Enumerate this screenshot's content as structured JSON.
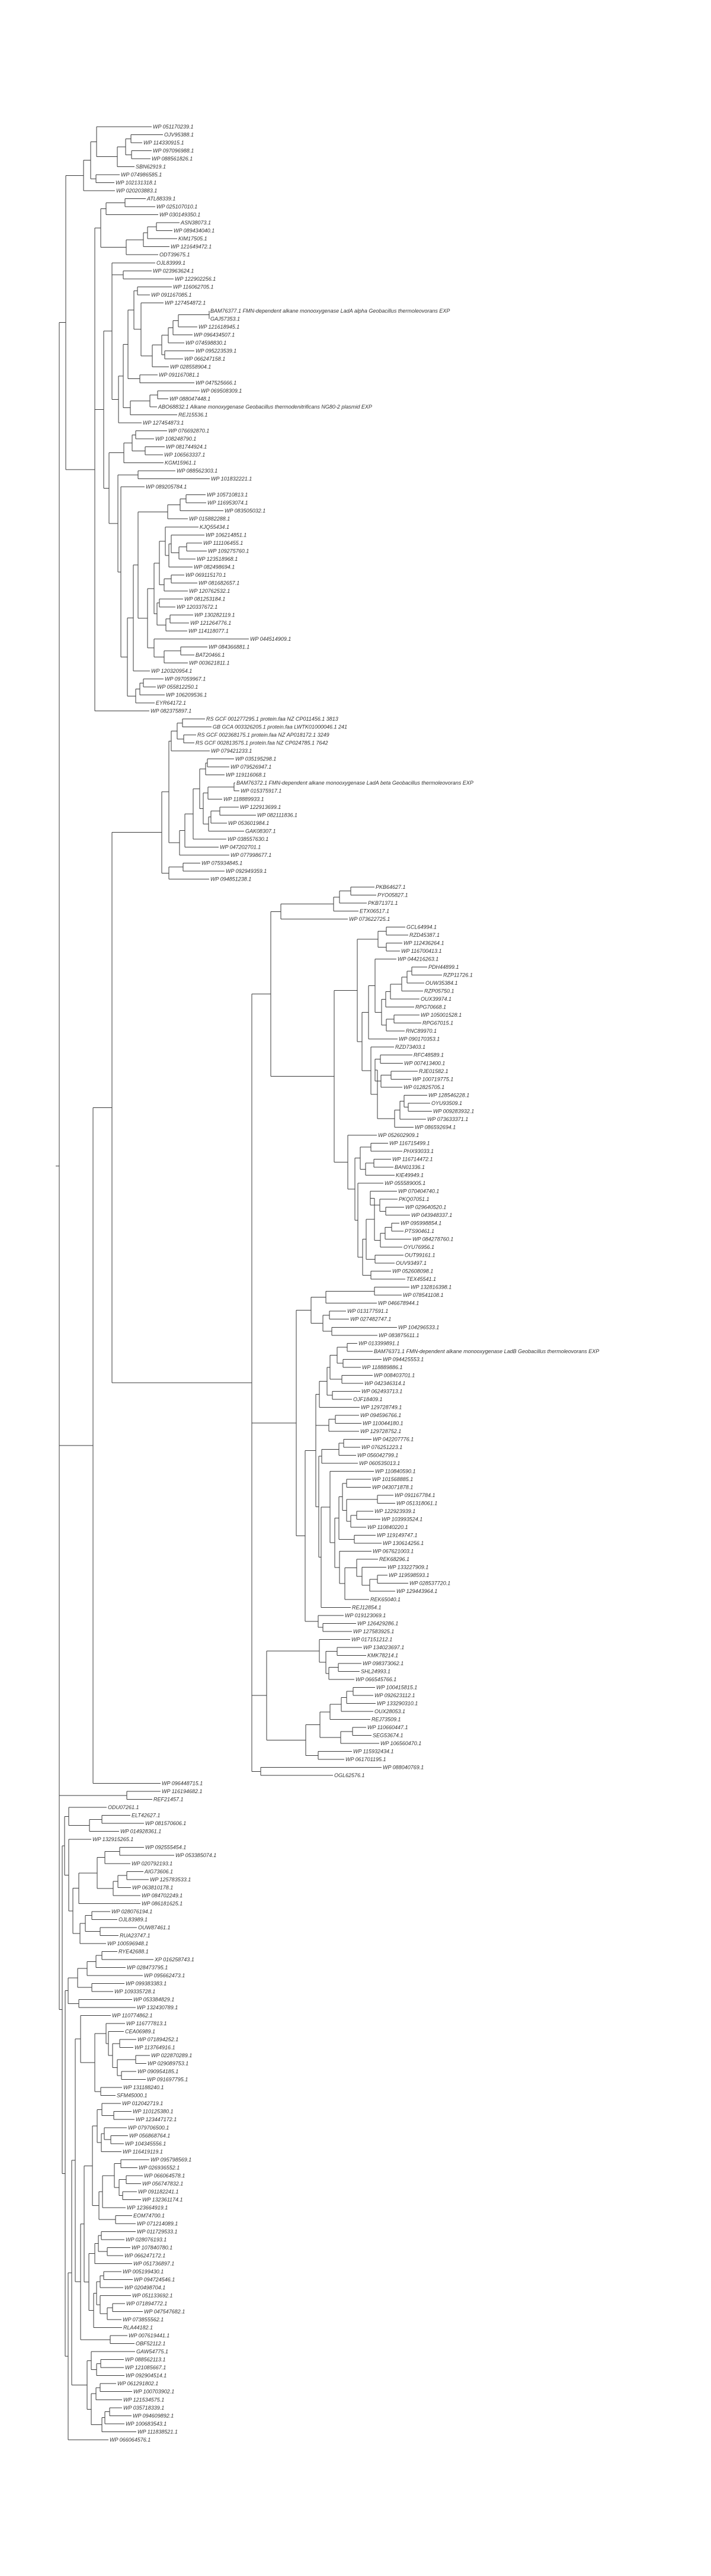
{
  "labels": [
    "WP 051170239.1",
    "OJV95388.1",
    "WP 114330915.1",
    "WP 097096988.1",
    "WP 088561826.1",
    "SBN62919.1",
    "WP 074986585.1",
    "WP 102131318.1",
    "WP 020203883.1",
    "ATL88339.1",
    "WP 025107010.1",
    "WP 030149350.1",
    "ASN38073.1",
    "WP 089434040.1",
    "KIM17505.1",
    "WP 121649472.1",
    "ODT39675.1",
    "OJL83999.1",
    "WP 023963624.1",
    "WP 122902256.1",
    "WP 116062705.1",
    "WP 091167085.1",
    "WP 127454872.1",
    "BAM76377.1 FMN-dependent alkane monooxygenase LadA alpha Geobacillus thermoleovorans EXP",
    "GAJ57353.1",
    "WP 121618945.1",
    "WP 096434507.1",
    "WP 074598830.1",
    "WP 095223539.1",
    "WP 066247158.1",
    "WP 028558904.1",
    "WP 091167081.1",
    "WP 047525666.1",
    "WP 069508309.1",
    "WP 088047448.1",
    "ABO68832.1 Alkane monoxygenase Geobacillus thermodenitrificans NG80-2 plasmid EXP",
    "REJ15536.1",
    "WP 127454873.1",
    "WP 076692870.1",
    "WP 108248790.1",
    "WP 081744924.1",
    "WP 106563337.1",
    "KGM15961.1",
    "WP 088562303.1",
    "WP 101832221.1",
    "WP 089205784.1",
    "WP 105710813.1",
    "WP 116953074.1",
    "WP 083505032.1",
    "WP 015882288.1",
    "KJQ55434.1",
    "WP 106214851.1",
    "WP 111106455.1",
    "WP 109275760.1",
    "WP 123518968.1",
    "WP 082498694.1",
    "WP 069115170.1",
    "WP 081682657.1",
    "WP 120762532.1",
    "WP 081253184.1",
    "WP 120337672.1",
    "WP 130282119.1",
    "WP 121264776.1",
    "WP 114118077.1",
    "WP 044514909.1",
    "WP 084366881.1",
    "BAT20466.1",
    "WP 003621811.1",
    "WP 120320954.1",
    "WP 097059967.1",
    "WP 055812250.1",
    "WP 106209536.1",
    "EYR64172.1",
    "WP 082375897.1",
    "RS GCF 001277295.1 protein.faa NZ CP011456.1 3813",
    "GB GCA 003326205.1 protein.faa LWTK01000046.1 241",
    "RS GCF 002368175.1 protein.faa NZ AP018172.1 3249",
    "RS GCF 002813575.1 protein.faa NZ CP024785.1 7642",
    "WP 079421233.1",
    "WP 035195298.1",
    "WP 079526947.1",
    "WP 119116068.1",
    "BAM76372.1 FMN-dependent alkane monooxygenase LadA beta Geobacillus thermoleovorans EXP",
    "WP 015375917.1",
    "WP 118889933.1",
    "WP 122913699.1",
    "WP 082111836.1",
    "WP 053601984.1",
    "GAK08307.1",
    "WP 038557630.1",
    "WP 047202701.1",
    "WP 077998677.1",
    "WP 075934845.1",
    "WP 092949359.1",
    "WP 094851238.1",
    "PKB64627.1",
    "PYO05827.1",
    "PKB71371.1",
    "ETX06517.1",
    "WP 073622725.1",
    "GCL64994.1",
    "RZD45387.1",
    "WP 112436264.1",
    "WP 116700413.1",
    "WP 044216263.1",
    "PDH44899.1",
    "RZP11726.1",
    "OUW35384.1",
    "RZP05750.1",
    "OUX39974.1",
    "RPG70668.1",
    "WP 105001528.1",
    "RPG67015.1",
    "RNC89970.1",
    "WP 090170353.1",
    "RZD73403.1",
    "RFC48589.1",
    "WP 007413400.1",
    "RJE01582.1",
    "WP 100719775.1",
    "WP 012825705.1",
    "WP 128546228.1",
    "OYU93509.1",
    "WP 009283932.1",
    "WP 073633371.1",
    "WP 086592694.1",
    "WP 052602909.1",
    "WP 116715499.1",
    "PHX93033.1",
    "WP 116714472.1",
    "BAN01336.1",
    "KIE49949.1",
    "WP 055589005.1",
    "WP 070404740.1",
    "PKQ07051.1",
    "WP 029640520.1",
    "WP 043948337.1",
    "WP 095998854.1",
    "PTS90461.1",
    "WP 084278760.1",
    "OYU76956.1",
    "OUT99161.1",
    "OUV93497.1",
    "WP 052608098.1",
    "TEX45541.1",
    "WP 132816398.1",
    "WP 078541108.1",
    "WP 046678944.1",
    "WP 013177591.1",
    "WP 027482747.1",
    "WP 104296533.1",
    "WP 083875611.1",
    "WP 013399891.1",
    "BAM76371.1 FMN-dependent alkane monooxygenase LadB Geobacillus thermoleovorans EXP",
    "WP 094425553.1",
    "WP 118889886.1",
    "WP 008403701.1",
    "WP 042346314.1",
    "WP 062493713.1",
    "OJF18409.1",
    "WP 129728749.1",
    "WP 094596766.1",
    "WP 110044180.1",
    "WP 129728752.1",
    "WP 042207776.1",
    "WP 076251223.1",
    "WP 056042799.1",
    "WP 060535013.1",
    "WP 110840590.1",
    "WP 101568885.1",
    "WP 043071878.1",
    "WP 091167784.1",
    "WP 051318061.1",
    "WP 122923939.1",
    "WP 103993524.1",
    "WP 110840220.1",
    "WP 119149747.1",
    "WP 130614256.1",
    "WP 067621003.1",
    "REK68296.1",
    "WP 133227909.1",
    "WP 119598593.1",
    "WP 028537720.1",
    "WP 129443964.1",
    "REK65040.1",
    "REJ12854.1",
    "WP 019123069.1",
    "WP 126429286.1",
    "WP 127583925.1",
    "WP 017151212.1",
    "WP 134023697.1",
    "KMK78214.1",
    "WP 098373062.1",
    "SHL24993.1",
    "WP 066545766.1",
    "WP 100415815.1",
    "WP 092623112.1",
    "WP 133290310.1",
    "OUX28053.1",
    "REJ73509.1",
    "WP 110660447.1",
    "SEG53674.1",
    "WP 106560470.1",
    "WP 115932434.1",
    "WP 061701195.1",
    "WP 088040769.1",
    "OGL62576.1",
    "WP 096448715.1",
    "WP 116194682.1",
    "REF21457.1",
    "ODU07261.1",
    "ELT42627.1",
    "WP 081570606.1",
    "WP 014928361.1",
    "WP 132915265.1",
    "WP 092555454.1",
    "WP 053385074.1",
    "WP 020792193.1",
    "AIG73606.1",
    "WP 125783533.1",
    "WP 063810178.1",
    "WP 084702249.1",
    "WP 086181625.1",
    "WP 028076194.1",
    "OJL83989.1",
    "OUW87461.1",
    "RUA23747.1",
    "WP 100596948.1",
    "RYE42688.1",
    "XP 016258743.1",
    "WP 028473795.1",
    "WP 095662473.1",
    "WP 099383383.1",
    "WP 109335728.1",
    "WP 053384829.1",
    "WP 132430789.1",
    "WP 110774862.1",
    "WP 116777813.1",
    "CEA06989.1",
    "WP 071894252.1",
    "WP 113764916.1",
    "WP 022870289.1",
    "WP 029089753.1",
    "WP 090954185.1",
    "WP 091697795.1",
    "WP 131188240.1",
    "SFM45000.1",
    "WP 012042719.1",
    "WP 110125380.1",
    "WP 123447172.1",
    "WP 079706500.1",
    "WP 056868764.1",
    "WP 104345556.1",
    "WP 116419119.1",
    "WP 095798569.1",
    "WP 026936552.1",
    "WP 066064578.1",
    "WP 056747832.1",
    "WP 091182241.1",
    "WP 132361174.1",
    "WP 123664919.1",
    "EOM74700.1",
    "WP 071214089.1",
    "WP 011729533.1",
    "WP 028076193.1",
    "WP 107840780.1",
    "WP 066247172.1",
    "WP 051736897.1",
    "WP 005199430.1",
    "WP 094724546.1",
    "WP 020498704.1",
    "WP 051133692.1",
    "WP 071894772.1",
    "WP 047547682.1",
    "WP 073855562.1",
    "RLA44182.1",
    "WP 007619441.1",
    "OBF52112.1",
    "GAW54775.1",
    "WP 088562113.1",
    "WP 121085667.1",
    "WP 092904514.1",
    "WP 061291802.1",
    "WP 100703902.1",
    "WP 121534575.1",
    "WP 035718339.1",
    "WP 094609892.1",
    "WP 100683543.1",
    "WP 111838521.1",
    "WP 066064576.1"
  ]
}
